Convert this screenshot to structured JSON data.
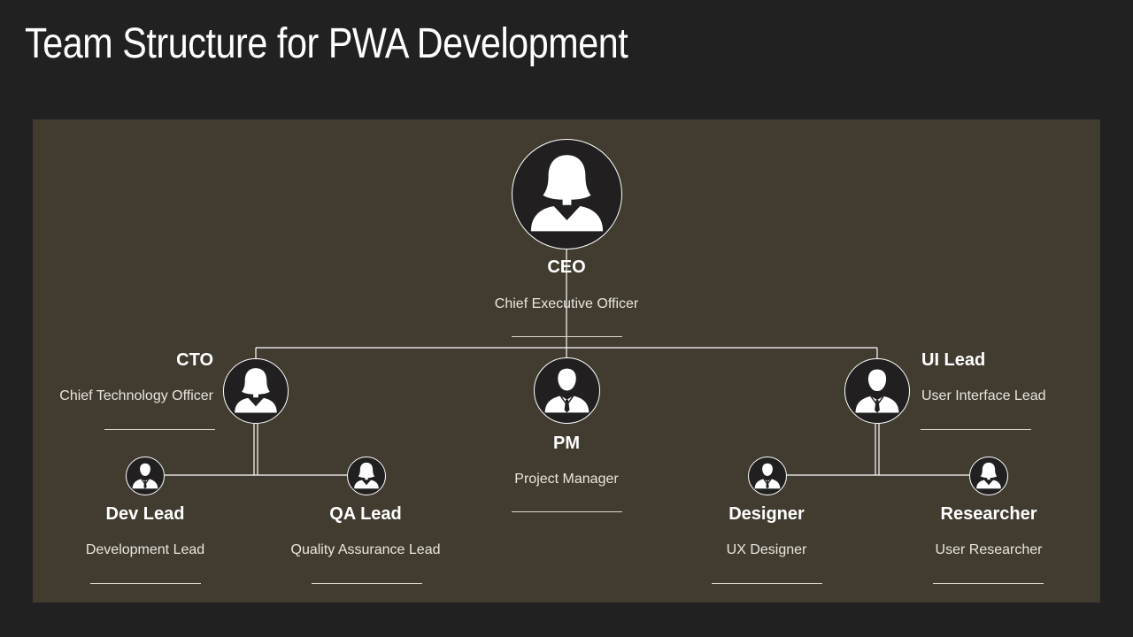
{
  "slide": {
    "title": "Team Structure for PWA Development"
  },
  "colors": {
    "background": "#222122",
    "panel": "#423c30",
    "avatar_fill": "#211f20",
    "line": "#ffffff"
  },
  "nodes": {
    "ceo": {
      "title": "CEO",
      "description": "Chief Executive Officer",
      "icon": "female-person-icon"
    },
    "cto": {
      "title": "CTO",
      "description": "Chief Technology Officer",
      "icon": "female-person-icon"
    },
    "pm": {
      "title": "PM",
      "description": "Project Manager",
      "icon": "male-person-icon"
    },
    "ui_lead": {
      "title": "UI Lead",
      "description": "User Interface Lead",
      "icon": "male-person-icon"
    },
    "dev_lead": {
      "title": "Dev Lead",
      "description": "Development Lead",
      "icon": "male-person-icon"
    },
    "qa_lead": {
      "title": "QA Lead",
      "description": "Quality Assurance Lead",
      "icon": "female-person-icon"
    },
    "designer": {
      "title": "Designer",
      "description": "UX Designer",
      "icon": "male-person-icon"
    },
    "researcher": {
      "title": "Researcher",
      "description": "User Researcher",
      "icon": "female-person-icon"
    }
  }
}
